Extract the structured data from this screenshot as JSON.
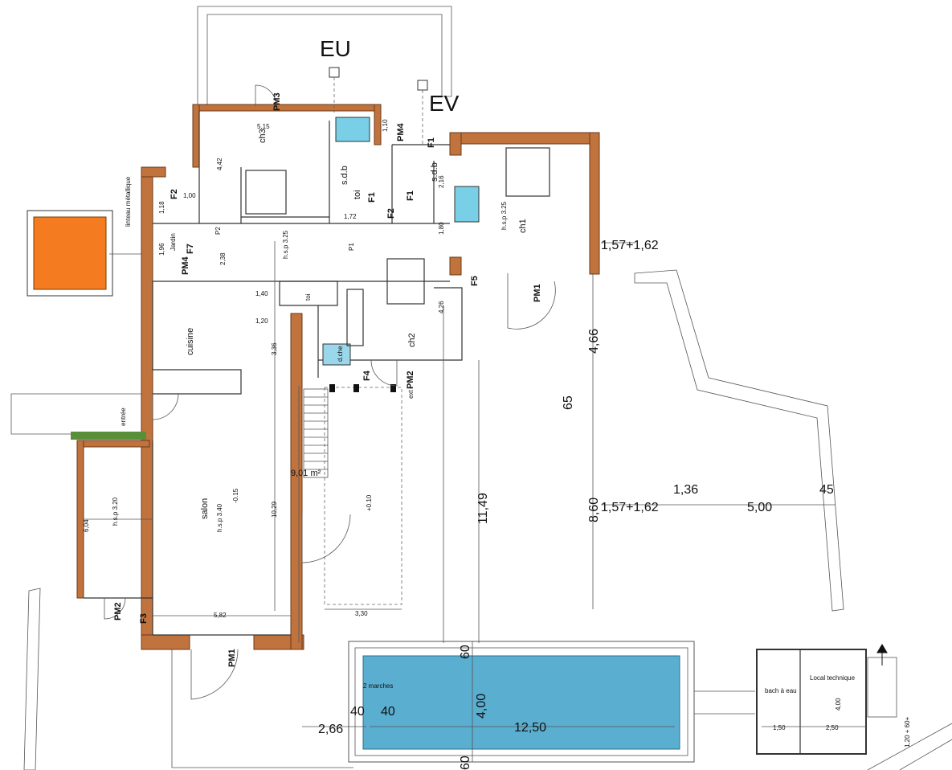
{
  "plan": {
    "networks": {
      "eu": "EU",
      "ev": "EV"
    },
    "rooms": {
      "ch1": "ch1",
      "ch2": "ch2",
      "ch3": "ch3",
      "sdb1": "s.d.b",
      "sdb2": "s.d.b",
      "toi1": "toi",
      "toi2": "toi",
      "cuisine": "cuisine",
      "salon": "salon",
      "entree": "entrée",
      "jardin": "Jardin",
      "douche": "d.che",
      "bach": "bach à eau",
      "local": "Local technique"
    },
    "heights": {
      "ch1": "h.s.p 3.25",
      "hall": "h.s.p 3.25",
      "salon": "h.s.p 3.40",
      "terrace": "h.s.p 3.20"
    },
    "levels": {
      "salon": "-0.15",
      "terrace": "+0.10"
    },
    "annotations": {
      "linteau": "linteau métallique",
      "area": "9,01 m²",
      "marches": "2 marches",
      "ext": "ext"
    },
    "openings": {
      "pm1_a": "PM1",
      "pm1_b": "PM1",
      "pm2_a": "PM2",
      "pm2_b": "PM2",
      "pm3": "PM3",
      "pm4_a": "PM4",
      "pm4_b": "PM4",
      "f1_a": "F1",
      "f1_b": "F1",
      "f1_c": "F1",
      "f2_a": "F2",
      "f2_b": "F2",
      "f3": "F3",
      "f4": "F4",
      "f5": "F5",
      "f7": "F7",
      "p1": "P1",
      "p2": "P2"
    },
    "dimensions": {
      "d_5_15": "5,15",
      "d_4_42": "4,42",
      "d_1_10": "1,10",
      "d_2_16": "2,16",
      "d_1_80": "1,80",
      "d_1_72": "1,72",
      "d_2_38": "2,38",
      "d_1_96": "1,96",
      "d_1_18": "1,18",
      "d_1_00": "1,00",
      "d_1_40": "1,40",
      "d_1_20": "1,20",
      "d_4_26": "4,26",
      "d_3_36": "3,36",
      "d_10_29": "10,29",
      "d_6_04": "6,04",
      "d_5_82": "5,82",
      "d_3_30": "3,30",
      "d_1_57_1_62_a": "1,57+1,62",
      "d_1_57_1_62_b": "1,57+1,62",
      "d_4_66": "4,66",
      "d_65": "65",
      "d_8_60": "8,60",
      "d_11_49": "11,49",
      "d_1_36": "1,36",
      "d_5_00": "5,00",
      "d_45": "45",
      "d_60_a": "60",
      "d_60_b": "60",
      "d_4_00": "4,00",
      "d_12_50": "12,50",
      "d_2_66": "2,66",
      "d_40_a": "40",
      "d_40_b": "40",
      "d_1_50": "1,50",
      "d_2_50": "2,50",
      "d_4_00_b": "4,00",
      "d_1_20_60": "1,20 + 60+"
    }
  },
  "colors": {
    "brick": "#c0733d",
    "annex": "#f47b20",
    "pool": "#5aaed0",
    "glass": "#79cfe6",
    "garden": "#5a8f3a"
  }
}
